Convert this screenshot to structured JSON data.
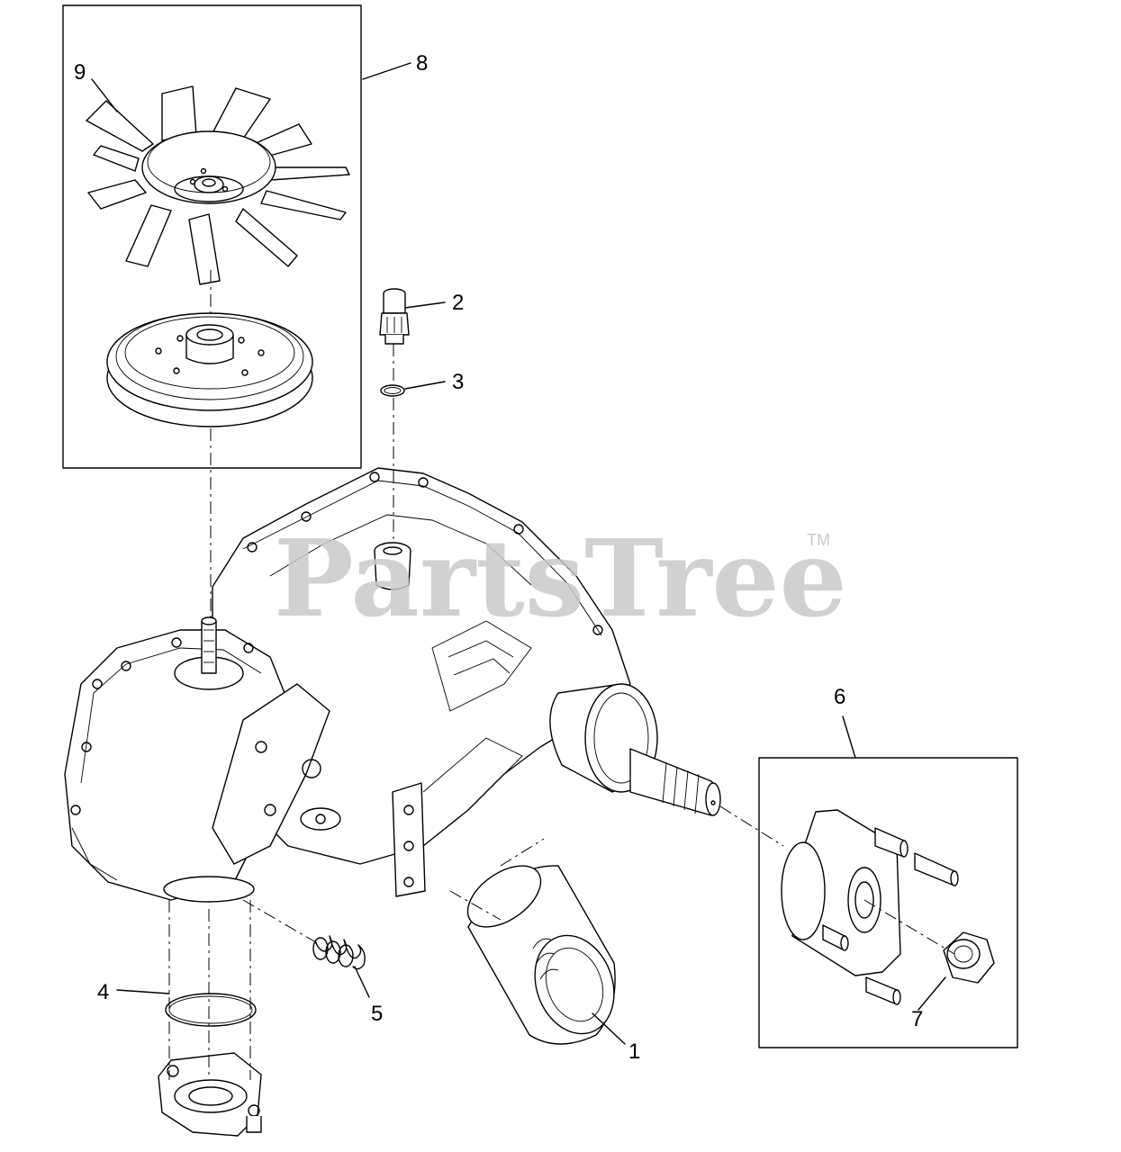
{
  "watermark": {
    "brand": "PartsTree",
    "trademark": "TM"
  },
  "callouts": {
    "c1": "1",
    "c2": "2",
    "c3": "3",
    "c4": "4",
    "c5": "5",
    "c6": "6",
    "c7": "7",
    "c8": "8",
    "c9": "9"
  }
}
